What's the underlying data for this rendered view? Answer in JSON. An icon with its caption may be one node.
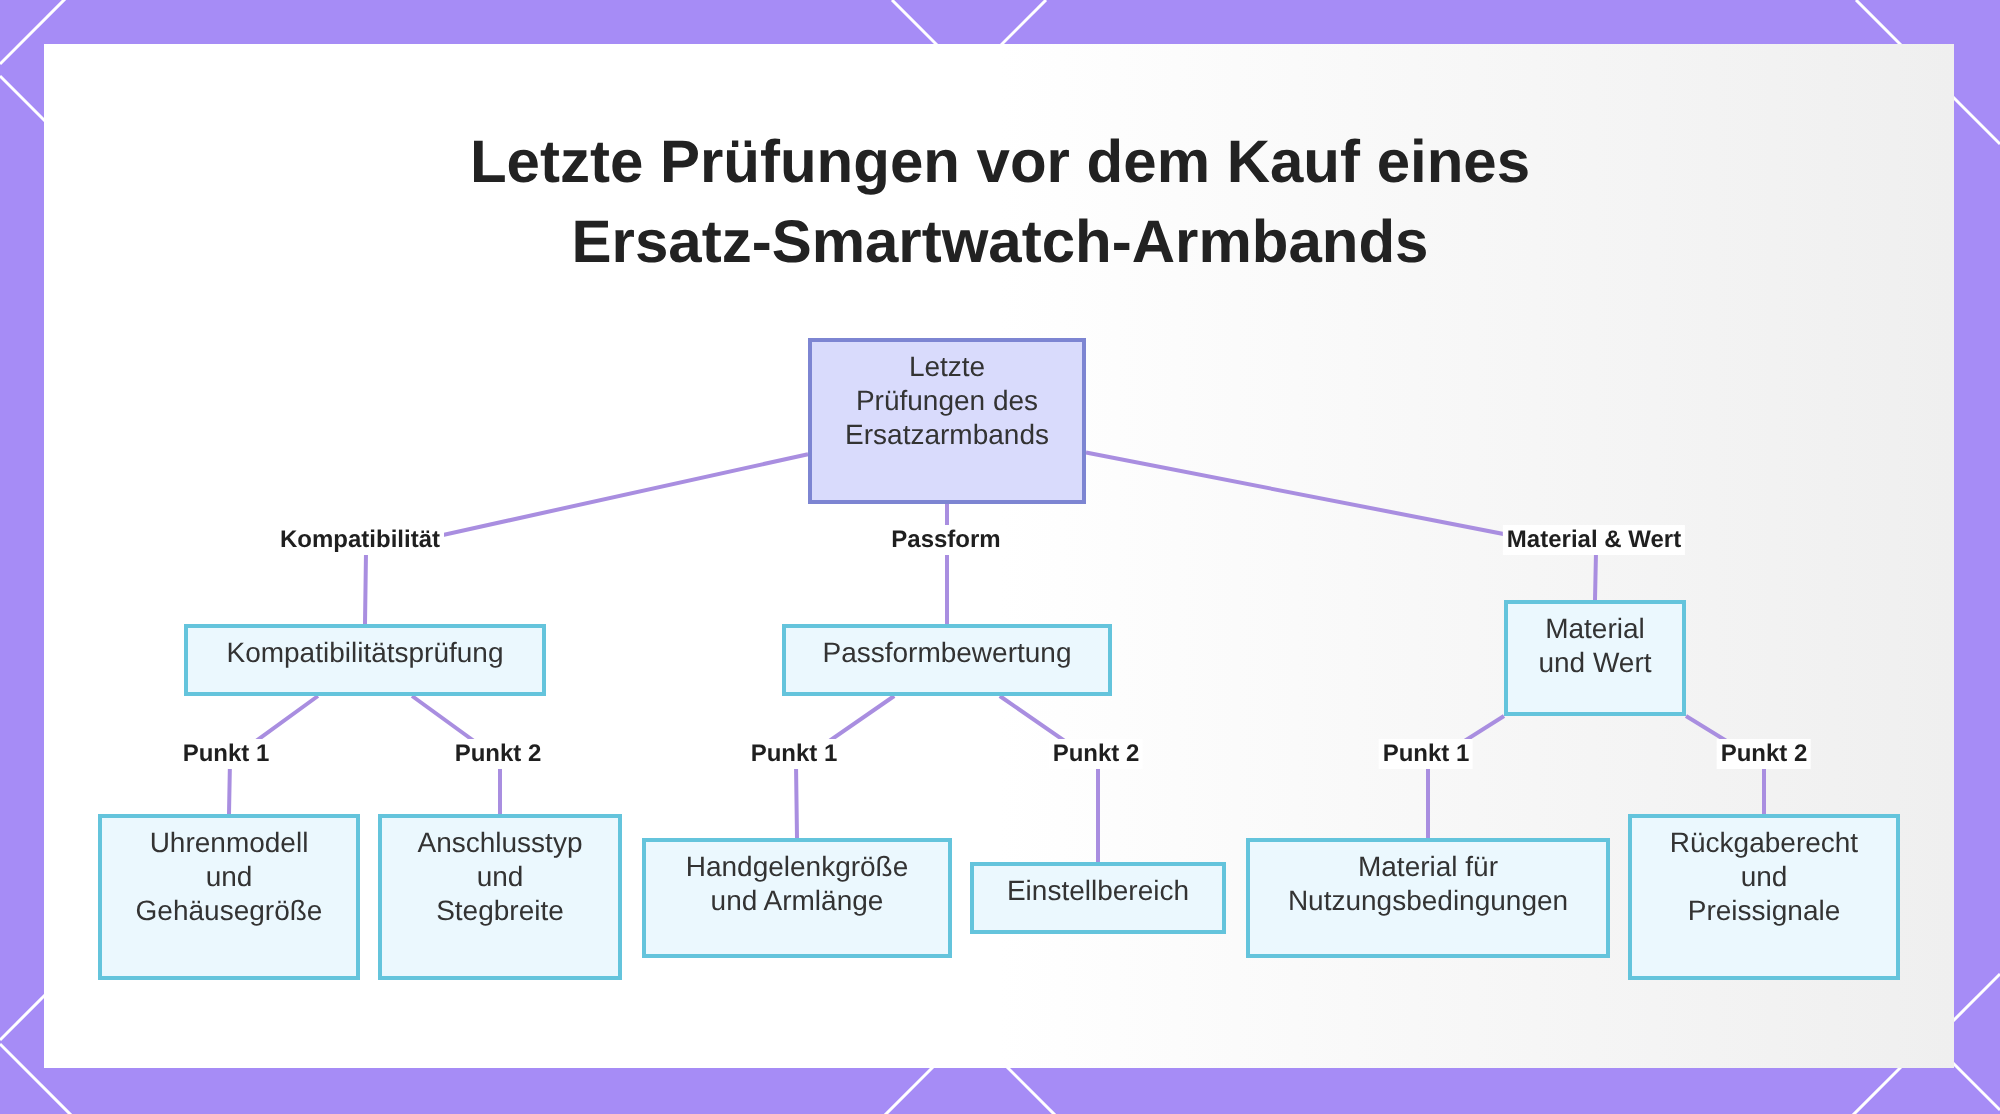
{
  "diagram": {
    "title": "Letzte Prüfungen vor dem Kauf eines Ersatz-Smartwatch-Armbands",
    "nodes": [
      {
        "text": [
          "Letzte Prüfungen des Ersatzarmbands"
        ]
      },
      {
        "text": [
          "Kompatibilitätsprüfung"
        ]
      },
      {
        "text": [
          "Passformbewertung"
        ]
      },
      {
        "text": [
          "Material und Wert"
        ]
      },
      {
        "text": [
          "Uhrenmodell und Gehäusegröße"
        ]
      },
      {
        "text": [
          "Anschlusstyp und Stegbreite"
        ]
      },
      {
        "text": [
          "Handgelenkgröße und Armlänge"
        ]
      },
      {
        "text": [
          "Einstellbereich"
        ]
      },
      {
        "text": [
          "Material für Nutzungsbedingungen"
        ]
      },
      {
        "text": [
          "Rückgaberecht und Preissignale"
        ]
      }
    ],
    "edges": [
      {
        "from": 0,
        "to": 1,
        "label": "Kompatibilität",
        "arrow": "none"
      },
      {
        "from": 0,
        "to": 2,
        "label": "Passform",
        "arrow": "none"
      },
      {
        "from": 0,
        "to": 3,
        "label": "Material & Wert",
        "arrow": "none"
      },
      {
        "from": 1,
        "to": 4,
        "label": "Punkt 1",
        "arrow": "none"
      },
      {
        "from": 1,
        "to": 5,
        "label": "Punkt 2",
        "arrow": "none"
      },
      {
        "from": 2,
        "to": 6,
        "label": "Punkt 1",
        "arrow": "none"
      },
      {
        "from": 2,
        "to": 7,
        "label": "Punkt 2",
        "arrow": "none"
      },
      {
        "from": 3,
        "to": 8,
        "label": "Punkt 1",
        "arrow": "none"
      },
      {
        "from": 3,
        "to": 9,
        "label": "Punkt 2",
        "arrow": "none"
      }
    ]
  }
}
